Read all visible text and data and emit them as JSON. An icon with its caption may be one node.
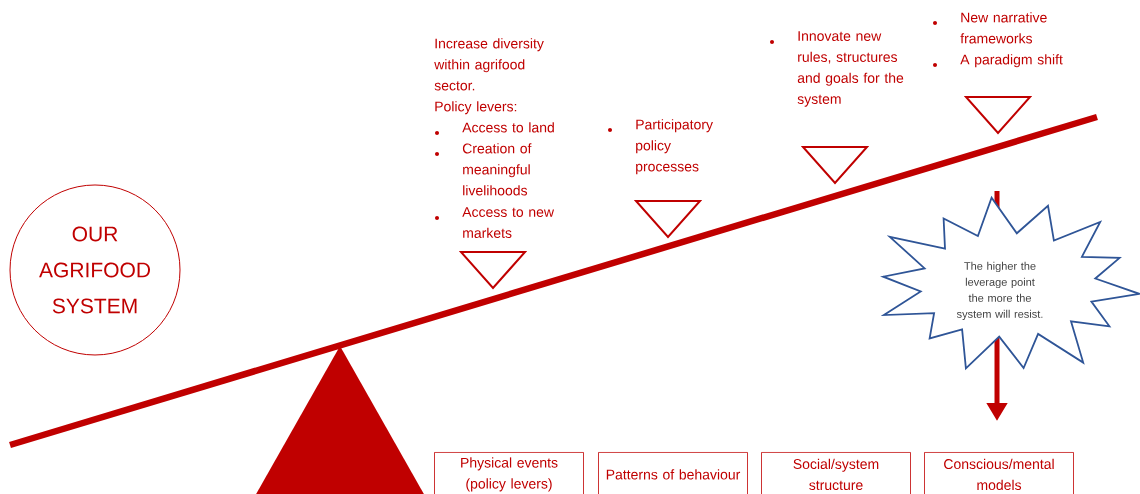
{
  "diagram": {
    "nodes": [
      {
        "text": [
          "OUR AGRIFOOD SYSTEM"
        ]
      },
      {
        "text": [],
        "shape": "triangle"
      },
      {
        "text": [],
        "shape": "triangle"
      },
      {
        "text": [],
        "shape": "triangle"
      },
      {
        "text": [],
        "shape": "triangle"
      },
      {
        "text": [
          "The higher the leverage point the more the system will resist."
        ]
      },
      {
        "text": [
          "Physical events (policy levers)"
        ]
      },
      {
        "text": [
          "Patterns of behaviour"
        ]
      },
      {
        "text": [
          "Social/system structure"
        ]
      },
      {
        "text": [
          "Conscious/mental models"
        ]
      }
    ],
    "labels": [
      "Increase diversity within agrifood sector.",
      "Policy levers:",
      "Access to land",
      "Creation of meaningful livelihoods",
      "Access to new markets",
      "Participatory policy processes",
      "Innovate new rules, structures and goals for the system",
      "New narrative frameworks",
      "A paradigm shift"
    ]
  }
}
